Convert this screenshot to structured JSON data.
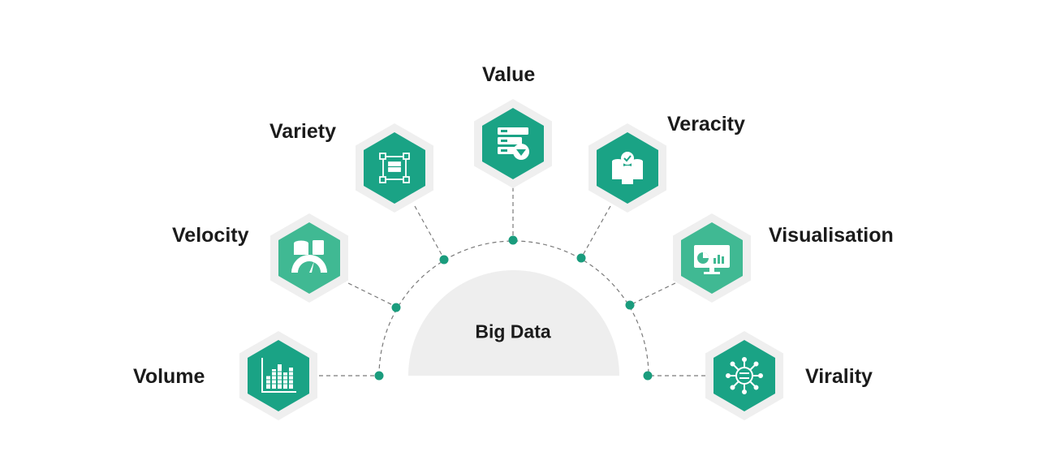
{
  "center": {
    "label": "Big Data"
  },
  "nodes": [
    {
      "id": "volume",
      "label": "Volume",
      "icon": "bar-chart-icon"
    },
    {
      "id": "velocity",
      "label": "Velocity",
      "icon": "speedometer-database-icon"
    },
    {
      "id": "variety",
      "label": "Variety",
      "icon": "flowchart-icon"
    },
    {
      "id": "value",
      "label": "Value",
      "icon": "server-diamond-icon"
    },
    {
      "id": "veracity",
      "label": "Veracity",
      "icon": "database-check-icon"
    },
    {
      "id": "visualisation",
      "label": "Visualisation",
      "icon": "monitor-chart-icon"
    },
    {
      "id": "virality",
      "label": "Virality",
      "icon": "virus-network-icon"
    }
  ],
  "colors": {
    "hex_fill": "#1aa385",
    "hex_fill_light": "#40b993",
    "hex_halo": "#efefef",
    "dot": "#1a9c7d",
    "dashed_line": "#7a7a7a",
    "center_fill": "#eeeeee"
  }
}
